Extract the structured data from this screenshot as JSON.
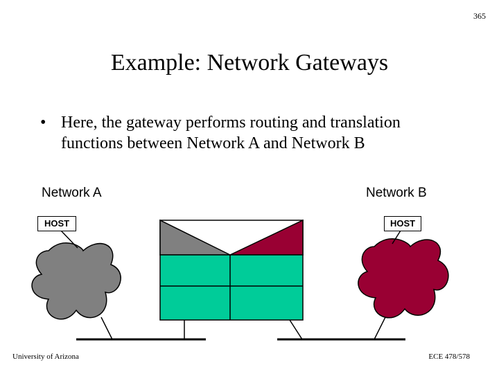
{
  "slide": {
    "page_number": "365",
    "title": "Example: Network Gateways",
    "bullet_marker": "•",
    "bullet_text": "Here, the gateway performs routing and translation functions between Network A and Network B"
  },
  "diagram": {
    "network_a_label": "Network A",
    "network_b_label": "Network B",
    "host_a_label": "HOST",
    "host_b_label": "HOST",
    "colors": {
      "network_a_cloud": "#808080",
      "network_b_cloud": "#990033",
      "gateway_body": "#00CC99",
      "gateway_left_flap": "#808080",
      "gateway_right_flap": "#990033"
    }
  },
  "footer": {
    "left": "University of Arizona",
    "right": "ECE 478/578"
  }
}
